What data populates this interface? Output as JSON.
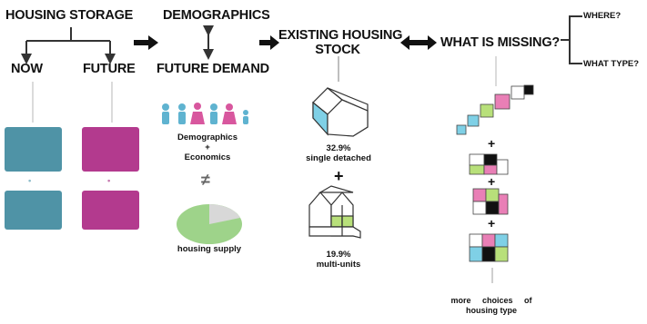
{
  "headings": {
    "housing_storage": "HOUSING STORAGE",
    "demographics": "DEMOGRAPHICS",
    "existing_housing_line1": "EXISTING HOUSING",
    "existing_housing_line2": "STOCK",
    "what_is_missing": "WHAT IS MISSING?",
    "where": "WHERE?",
    "what_type": "WHAT TYPE?",
    "now": "NOW",
    "future": "FUTURE",
    "future_demand": "FUTURE DEMAND"
  },
  "now_boxes": {
    "top": "",
    "bottom": ""
  },
  "future_boxes": {
    "top": "",
    "bottom": ""
  },
  "demographics_block": {
    "line1": "Demographics",
    "plus": "+",
    "line2": "Economics",
    "not_equal": "≠",
    "supply_label": "housing supply"
  },
  "existing_stock": {
    "single_pct": "32.9%",
    "single_label": "single detached",
    "plus": "+",
    "multi_pct": "19.9%",
    "multi_label": "multi-units"
  },
  "missing": {
    "plus_1": "+",
    "plus_2": "+",
    "plus_3": "+",
    "caption_line1": "more choices of",
    "caption_line2": "housing type"
  },
  "colors": {
    "teal": "#4f93a6",
    "magenta": "#b33a8e",
    "person_blue": "#5fb3d0",
    "person_pink": "#d8579e",
    "pie_green": "#9ed38a",
    "pie_grey": "#d8d8d8",
    "house_fill_blue": "#7fd0e6",
    "house_fill_green": "#b8e07a"
  },
  "icons": {
    "demographic_people": "person-icon",
    "pie": "pie-chart-icon",
    "single_house": "house-icon",
    "multi_house": "multi-unit-building-icon",
    "stacked_blocks": "block-stack-icon"
  }
}
